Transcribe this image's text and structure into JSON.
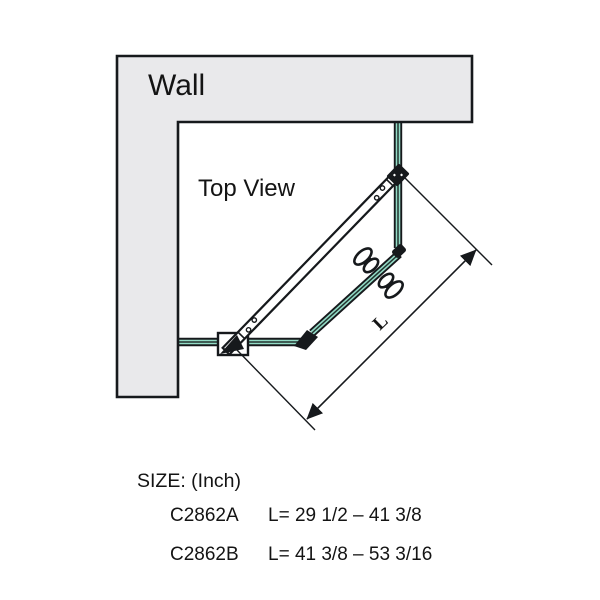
{
  "diagram": {
    "wall_label": "Wall",
    "view_label": "Top View",
    "dimension_label": "L",
    "colors": {
      "wall_fill": "#e9e9eb",
      "ink": "#16191c",
      "glass": "#93dbc6",
      "glass_core": "#22332f"
    }
  },
  "size_info": {
    "heading": "SIZE: (Inch)",
    "rows": [
      {
        "model": "C2862A",
        "range": "L= 29 1/2 – 41 3/8"
      },
      {
        "model": "C2862B",
        "range": "L= 41 3/8 – 53 3/16"
      }
    ]
  }
}
